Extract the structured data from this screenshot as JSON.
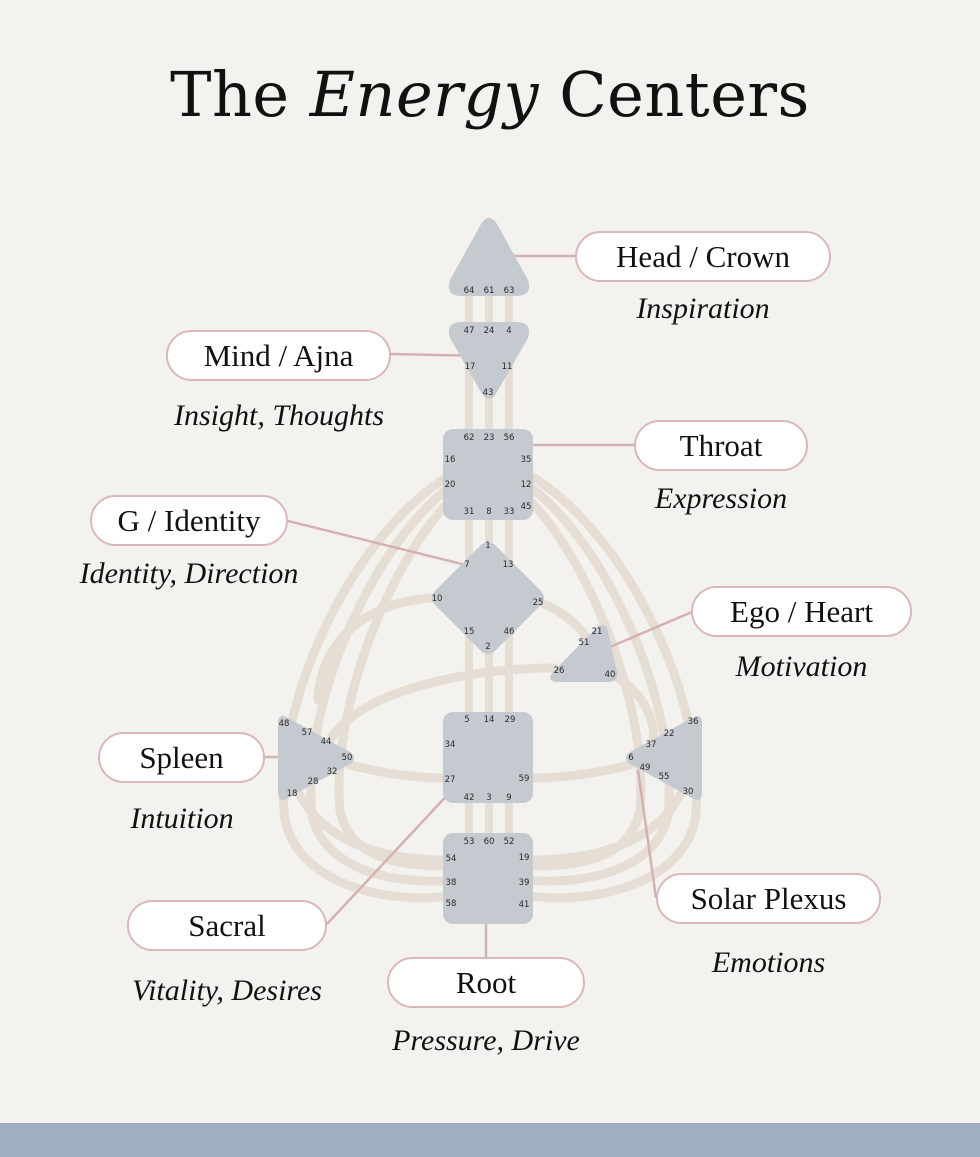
{
  "title": {
    "prefix": "The ",
    "emphasis": "Energy",
    "suffix": " Centers"
  },
  "centers": {
    "head": {
      "label": "Head / Crown",
      "subtitle": "Inspiration",
      "gates": [
        "64",
        "61",
        "63"
      ]
    },
    "ajna": {
      "label": "Mind / Ajna",
      "subtitle": "Insight, Thoughts",
      "gates": [
        "47",
        "24",
        "4",
        "17",
        "11",
        "43"
      ]
    },
    "throat": {
      "label": "Throat",
      "subtitle": "Expression",
      "gates": [
        "62",
        "23",
        "56",
        "16",
        "35",
        "20",
        "12",
        "45",
        "31",
        "8",
        "33"
      ]
    },
    "g": {
      "label": "G / Identity",
      "subtitle": "Identity, Direction",
      "gates": [
        "1",
        "7",
        "13",
        "10",
        "25",
        "15",
        "46",
        "2"
      ]
    },
    "ego": {
      "label": "Ego / Heart",
      "subtitle": "Motivation",
      "gates": [
        "21",
        "51",
        "26",
        "40"
      ]
    },
    "spleen": {
      "label": "Spleen",
      "subtitle": "Intuition",
      "gates": [
        "48",
        "57",
        "44",
        "50",
        "32",
        "28",
        "18"
      ]
    },
    "sacral": {
      "label": "Sacral",
      "subtitle": "Vitality, Desires",
      "gates": [
        "5",
        "14",
        "29",
        "34",
        "27",
        "59",
        "42",
        "3",
        "9"
      ]
    },
    "solar": {
      "label": "Solar Plexus",
      "subtitle": "Emotions",
      "gates": [
        "36",
        "22",
        "37",
        "6",
        "49",
        "55",
        "30"
      ]
    },
    "root": {
      "label": "Root",
      "subtitle": "Pressure, Drive",
      "gates": [
        "53",
        "60",
        "52",
        "54",
        "19",
        "38",
        "39",
        "58",
        "41"
      ]
    }
  },
  "colors": {
    "center_fill": "#c5c9d0",
    "channel": "#e6ddd4",
    "pill_border": "#d8b8b8",
    "connector": "#d4b2b2",
    "band": "#9fafc0",
    "background": "#f4f2ee"
  }
}
